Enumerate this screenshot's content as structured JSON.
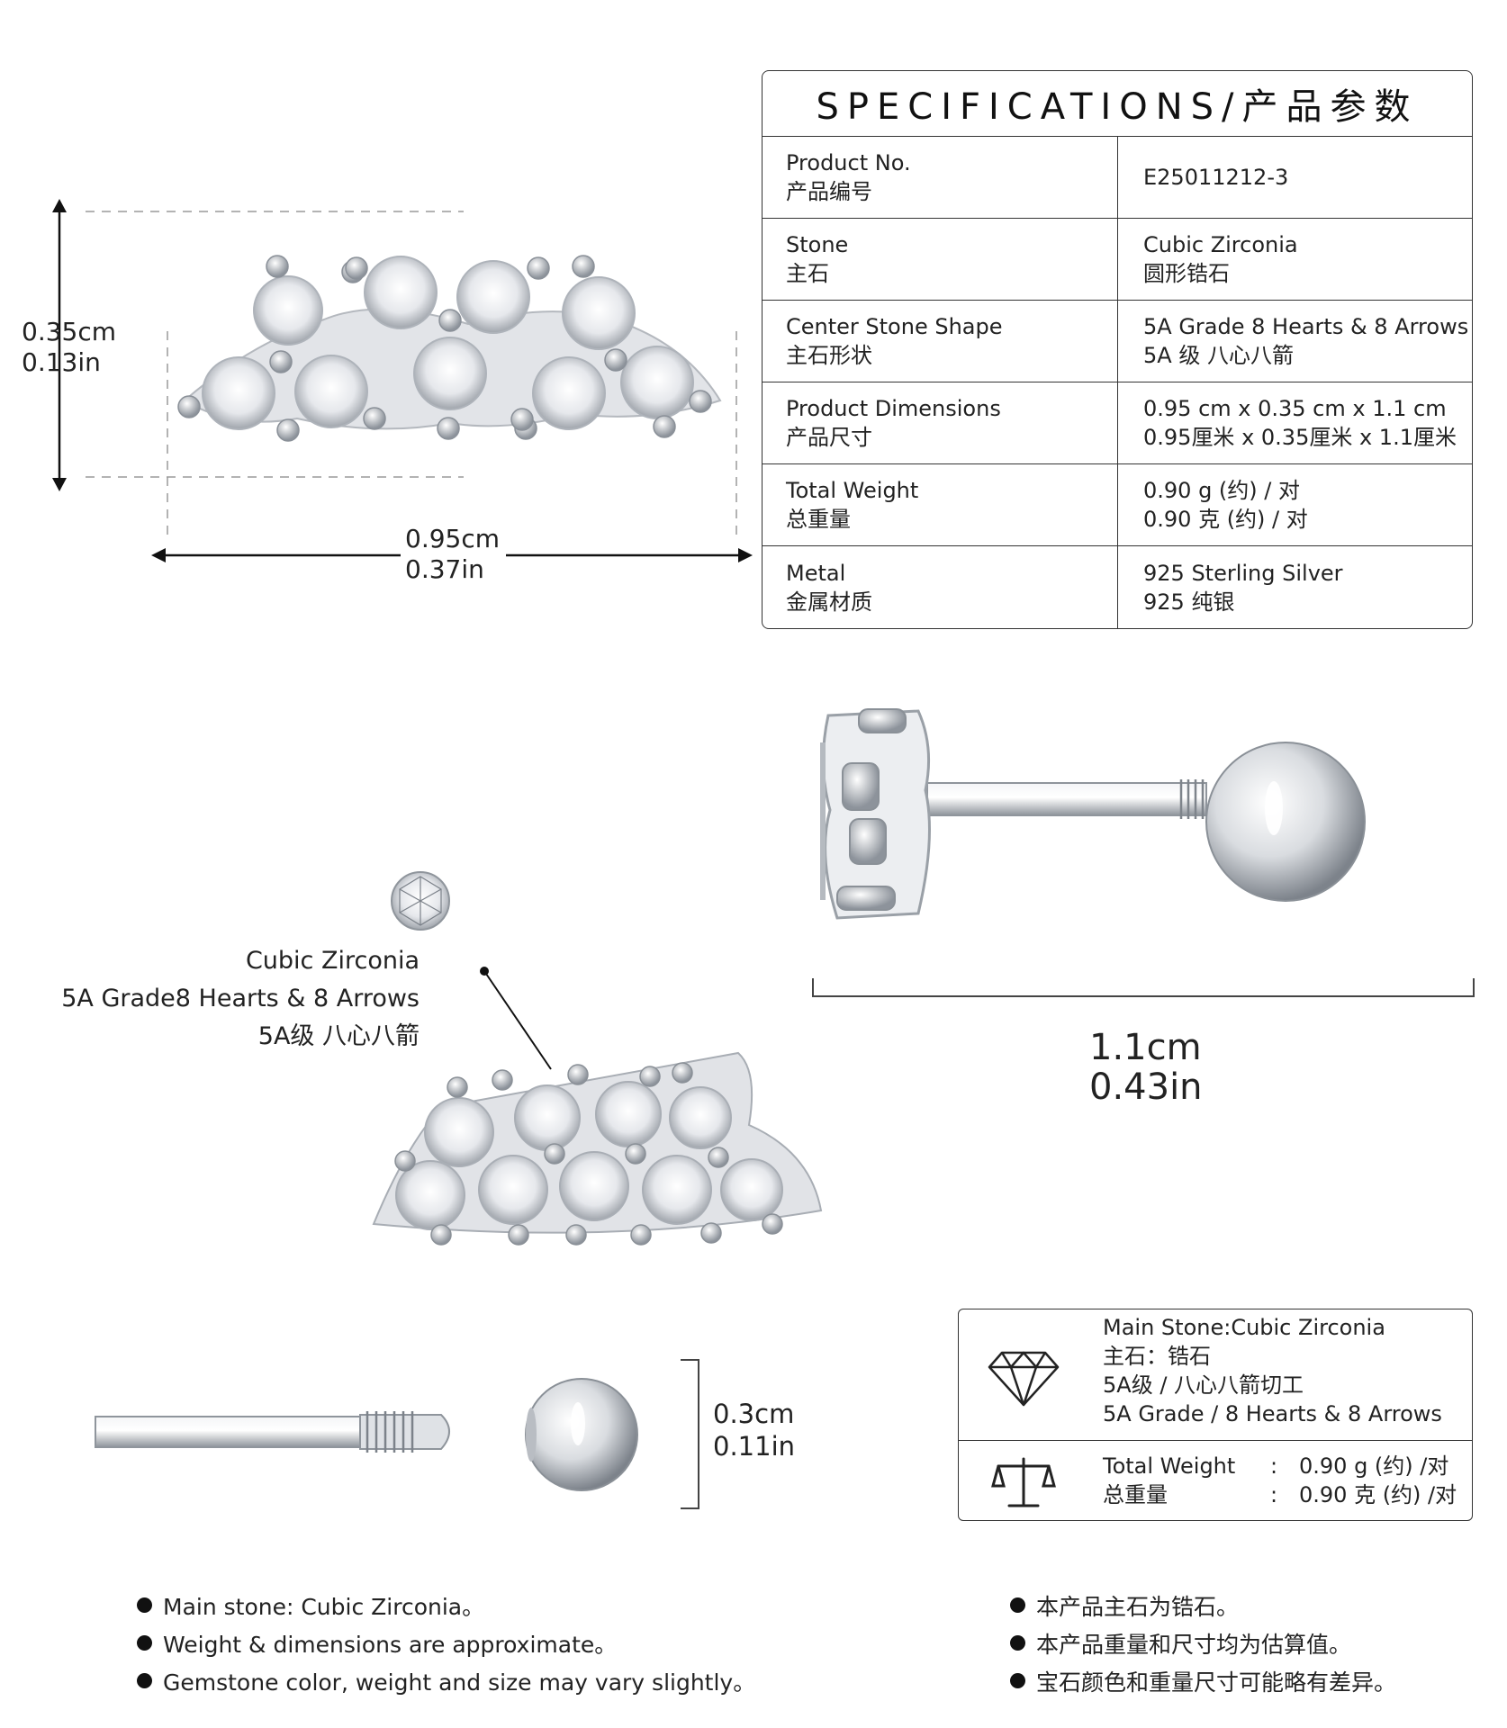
{
  "specifications": {
    "title": "SPECIFICATIONS/产品参数",
    "rows": [
      {
        "label_en": "Product No.",
        "label_cn": "产品编号",
        "value_1": "E25011212-3",
        "value_2": ""
      },
      {
        "label_en": "Stone",
        "label_cn": "主石",
        "value_1": "Cubic Zirconia",
        "value_2": "圆形锆石"
      },
      {
        "label_en": "Center Stone Shape",
        "label_cn": "主石形状",
        "value_1": "5A Grade  8 Hearts & 8 Arrows",
        "value_2": "5A 级 八心八箭"
      },
      {
        "label_en": "Product Dimensions",
        "label_cn": "产品尺寸",
        "value_1": "0.95 cm x 0.35 cm x 1.1 cm",
        "value_2": "0.95厘米 x 0.35厘米 x 1.1厘米"
      },
      {
        "label_en": "Total Weight",
        "label_cn": "总重量",
        "value_1": "0.90 g (约) / 对",
        "value_2": "0.90 克 (约) / 对"
      },
      {
        "label_en": "Metal",
        "label_cn": "金属材质",
        "value_1": "925 Sterling Silver",
        "value_2": "925 纯银"
      }
    ]
  },
  "dimensions": {
    "height_cm": "0.35cm",
    "height_in": "0.13in",
    "width_cm": "0.95cm",
    "width_in": "0.37in",
    "length_cm": "1.1cm",
    "length_in": "0.43in",
    "ball_cm": "0.3cm",
    "ball_in": "0.11in"
  },
  "stone_callout": {
    "line1": "Cubic Zirconia",
    "line2": "5A Grade8 Hearts & 8 Arrows",
    "line3": "5A级 八心八箭"
  },
  "info_box": {
    "stone_lines": [
      "Main Stone:Cubic Zirconia",
      "主石：锆石",
      "5A级 / 八心八箭切工",
      "5A Grade / 8 Hearts & 8 Arrows"
    ],
    "weight_label_en": "Total Weight",
    "weight_label_cn": "总重量",
    "weight_sep": ":",
    "weight_value_en": "0.90 g (约) /对",
    "weight_value_cn": "0.90 克 (约) /对",
    "diamond_icon": "diamond-icon",
    "scale_icon": "balance-scale-icon"
  },
  "notes_en": [
    "Main stone: Cubic Zirconia。",
    "Weight & dimensions are approximate。",
    "Gemstone color, weight and size may vary slightly。"
  ],
  "notes_cn": [
    "本产品主石为锆石。",
    "本产品重量和尺寸均为估算值。",
    "宝石颜色和重量尺寸可能略有差异。"
  ],
  "colors": {
    "silver": "#c9ccd1",
    "line": "#222222",
    "dashed": "#999999"
  }
}
